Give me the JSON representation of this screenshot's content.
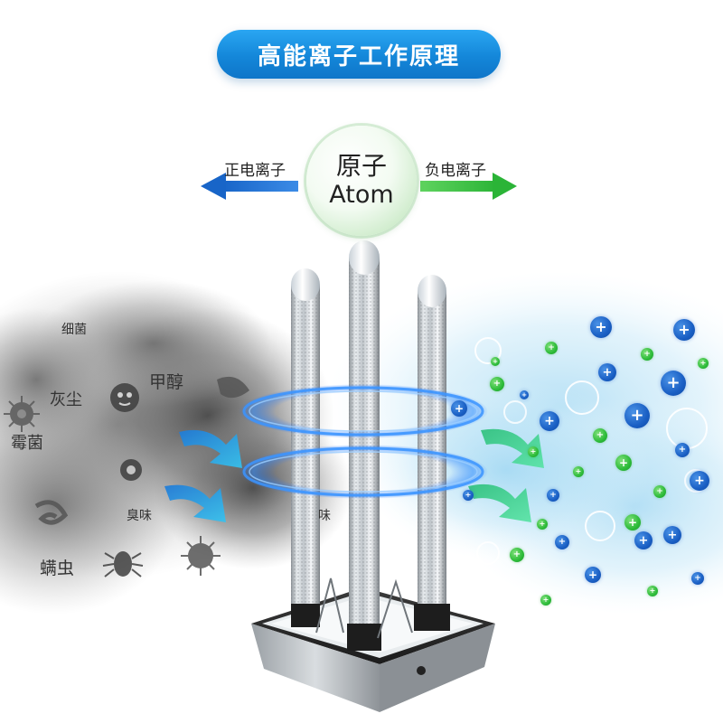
{
  "title": "高能离子工作原理",
  "atom": {
    "label_cn": "原子",
    "label_en": "Atom"
  },
  "positive_ion_label": "正电离子",
  "negative_ion_label": "负电离子",
  "pollutants": {
    "bacteria": "细菌",
    "formaldehyde": "甲醇",
    "dust": "灰尘",
    "mold": "霉菌",
    "odor": "臭味",
    "mites": "螨虫"
  },
  "inner_odor": "味",
  "ion_symbol": "+",
  "colors": {
    "title_bg": "#1a8fe3",
    "left_arrow": "#1f6fd1",
    "right_arrow": "#3cc84a",
    "blue_ion": "#1a5fc4",
    "green_ion": "#2dbb39",
    "smoke": "#6b6b6b",
    "clean_air": "#bfe3f5"
  }
}
